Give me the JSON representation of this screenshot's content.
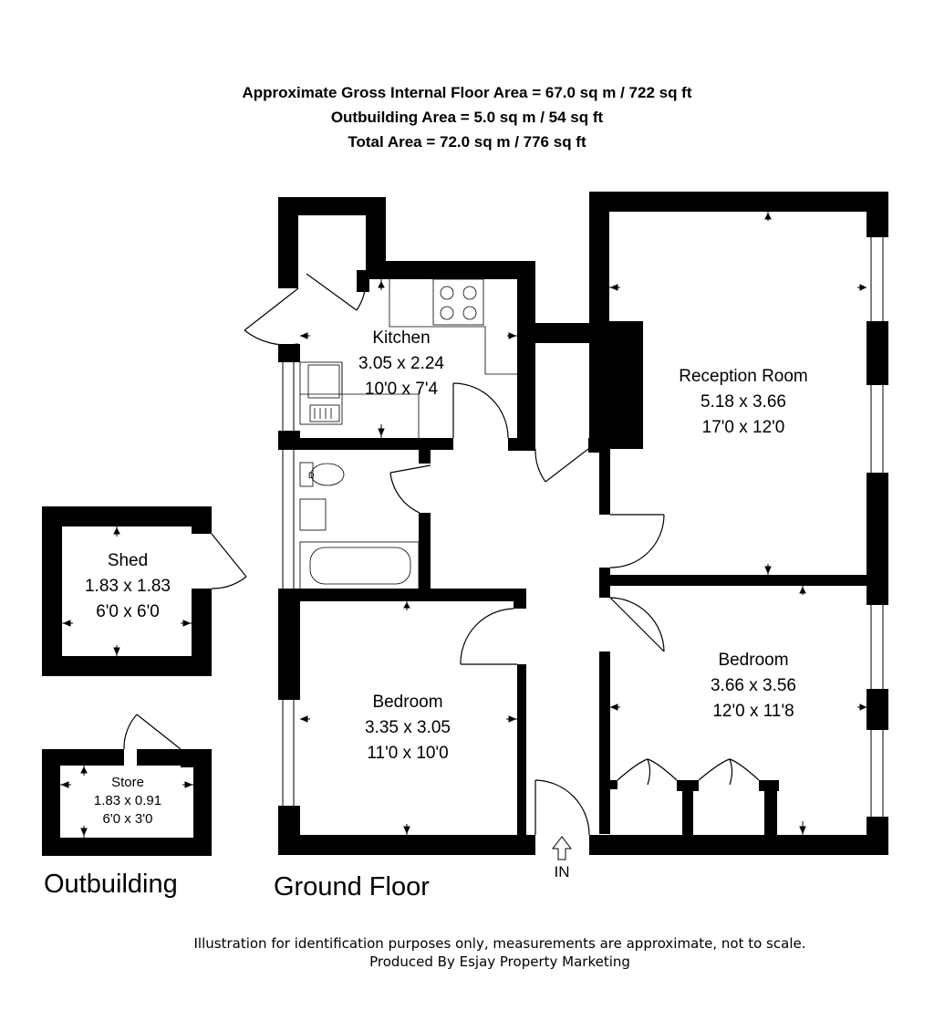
{
  "header": {
    "line1": "Approximate Gross Internal Floor Area = 67.0 sq m / 722 sq ft",
    "line2": "Outbuilding Area = 5.0 sq m / 54 sq ft",
    "line3": "Total Area = 72.0 sq m / 776 sq ft"
  },
  "rooms": {
    "kitchen": {
      "name": "Kitchen",
      "metric": "3.05 x 2.24",
      "imperial": "10'0 x 7'4"
    },
    "reception": {
      "name": "Reception Room",
      "metric": "5.18 x 3.66",
      "imperial": "17'0 x 12'0"
    },
    "bedroom1": {
      "name": "Bedroom",
      "metric": "3.35 x 3.05",
      "imperial": "11'0 x 10'0"
    },
    "bedroom2": {
      "name": "Bedroom",
      "metric": "3.66 x 3.56",
      "imperial": "12'0 x 11'8"
    },
    "shed": {
      "name": "Shed",
      "metric": "1.83 x 1.83",
      "imperial": "6'0 x 6'0"
    },
    "store": {
      "name": "Store",
      "metric": "1.83 x 0.91",
      "imperial": "6'0 x 3'0"
    }
  },
  "entrance_label": "IN",
  "section_labels": {
    "outbuilding": "Outbuilding",
    "ground_floor": "Ground Floor"
  },
  "footer": {
    "line1": "Illustration for identification purposes only, measurements are approximate, not to scale.",
    "line2": "Produced By Esjay Property Marketing"
  }
}
